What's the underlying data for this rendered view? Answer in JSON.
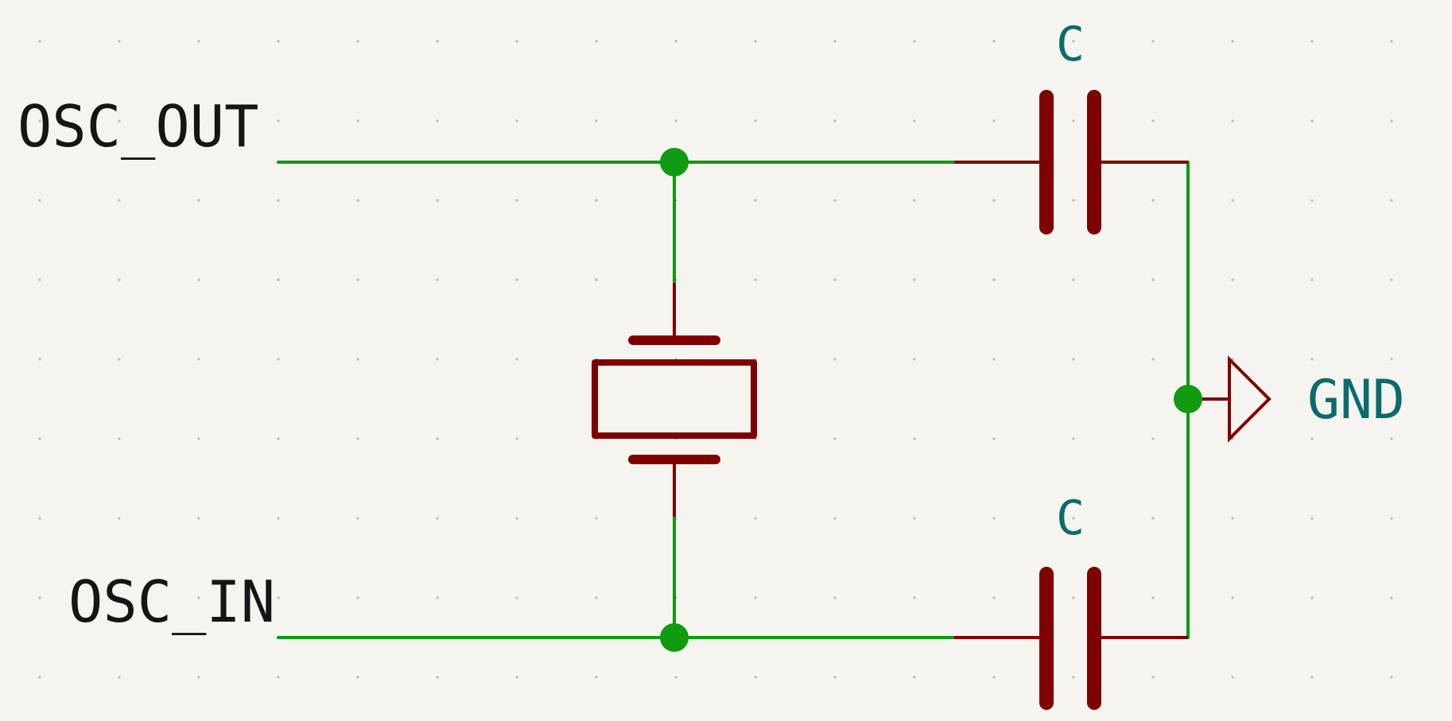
{
  "labels": {
    "osc_out": "OSC_OUT",
    "osc_in": "OSC_IN",
    "cap_top_value": "C",
    "cap_bottom_value": "C",
    "gnd": "GND"
  },
  "colors": {
    "background": "#f5f4ef",
    "wire": "#0f9a0f",
    "component": "#800000",
    "net_label": "#151515",
    "value_label": "#0c6b6b"
  }
}
